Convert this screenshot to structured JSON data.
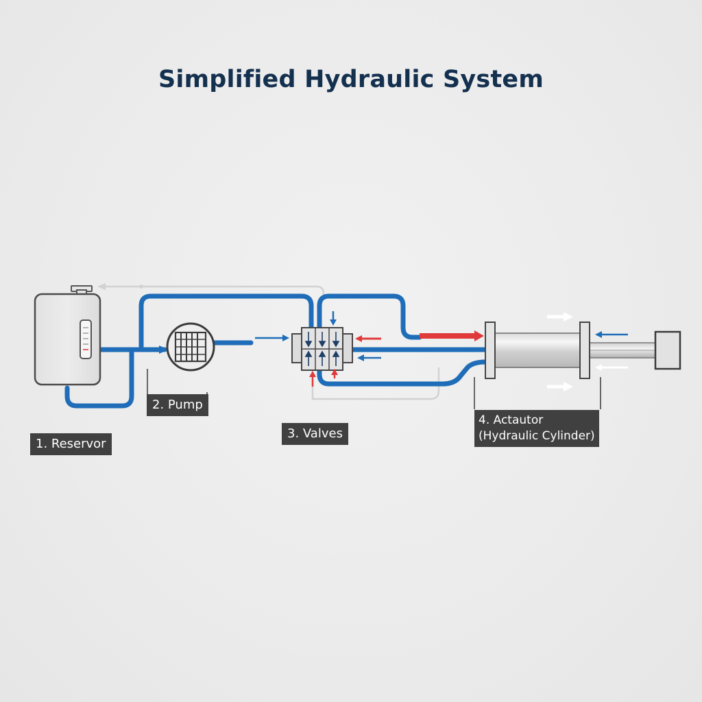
{
  "title": "Simplified Hydraulic System",
  "components": {
    "reservoir": {
      "label": "1. Reservor"
    },
    "pump": {
      "label": "2. Pump"
    },
    "valves": {
      "label": "3. Valves"
    },
    "actuator": {
      "label_line1": "4. Actautor",
      "label_line2": "(Hydraulic Cylinder)"
    }
  },
  "colors": {
    "pipe": "#1f6db8",
    "pressure_arrow": "#e03a3a",
    "flow_arrow": "#1f6db8",
    "return_line": "#d2d2d2",
    "label_bg": "#404040",
    "title": "#14304f"
  }
}
